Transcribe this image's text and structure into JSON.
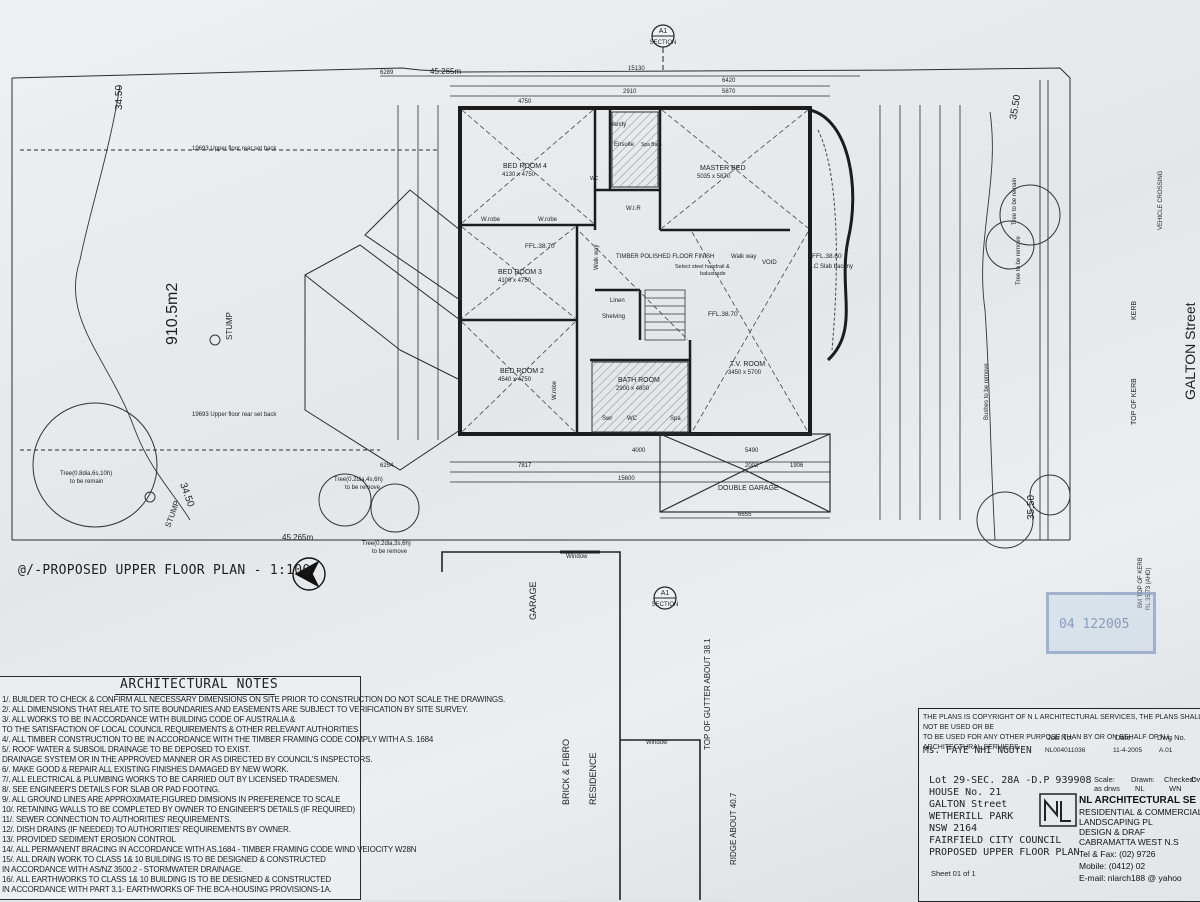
{
  "plan_title": "@/-PROPOSED UPPER FLOOR PLAN - 1:100",
  "site": {
    "area": "910.5m2",
    "top_boundary": "45.265m",
    "bottom_boundary": "45.265m",
    "rear_setback_note_1": "19693 Upper floor rear set back",
    "rear_setback_note_2": "19693 Upper floor rear set back",
    "stump_1": "STUMP",
    "stump_2": "STUMP",
    "tree_1": "Tree(0.8dia,6s,10h)",
    "tree_1b": "to be remain",
    "tree_2": "Tree(0.2dia,4s,6h)",
    "tree_2b": "to be remove",
    "tree_3": "Tree(0.2dia,3s,6h)",
    "tree_3b": "to be remove",
    "bushes": "Bushes to be remove",
    "tree_right_1": "Tree to be remain",
    "tree_right_2": "Tree to be remove",
    "street": "GALTON Street",
    "garage_label": "GARAGE",
    "brick_label": "BRICK & FIBRO",
    "residence_label": "RESIDENCE",
    "gutter_label": "TOP OF GUTTER ABOUT 38.1",
    "ridge_label": "RIDGE ABOUT 40.7",
    "window_1": "Window",
    "window_2": "Window",
    "section_label": "A1",
    "section_word": "SECTION",
    "contour_left": "34.50",
    "contour_left_b": "34.50",
    "contour_right": "35.50",
    "contour_right_b": "35.50",
    "vehicle_crossing": "VEHICLE CROSSING",
    "kerb": "KERB",
    "top_of_kerb": "TOP OF KERB",
    "bm_note": "BM TOP OF KERB",
    "rl_note": "RL 35.73 (AHD)"
  },
  "rooms": {
    "bed4": "BED ROOM 4",
    "bed4_size": "4130 x 4750",
    "master": "MASTER BED",
    "master_size": "5035 x 5870",
    "bed3": "BED ROOM 3",
    "bed3_size": "4100 x 4750",
    "bed2": "BED ROOM 2",
    "bed2_size": "4540 x 4750",
    "bath": "BATH ROOM",
    "bath_size": "2900 x 4800",
    "tv": "T.V. ROOM",
    "tv_size": "3450 x 5700",
    "ensuite": "Ensuite",
    "vanity": "Vanity",
    "spa_bath": "Spa Bath",
    "wir": "W.I.R",
    "wrobe1": "W.robe",
    "wrobe2": "W.robe",
    "wrobe3": "W.robe",
    "linen": "Linen",
    "shelving": "Shelving",
    "walkway1": "Walk way",
    "walkway2": "Walk way",
    "timber_floor": "TIMBER POLISHED FLOOR FINISH",
    "handrail": "Select steel handrail &",
    "balustrade": "balustrade",
    "void": "VOID",
    "rc_slab": "R.C Slab bacony",
    "ffl1": "FFL.38.70",
    "ffl2": "FFL.38.70",
    "ffl3": "FFL.38.60",
    "double_garage": "DOUBLE GARAGE",
    "wc1": "WC",
    "wc2": "WC",
    "swr": "Swr",
    "spa": "Spa"
  },
  "dims": {
    "d15130": "15130",
    "d6289": "6289",
    "d6420": "6420",
    "d5870": "5870",
    "d4750": "4750",
    "d2910": "2910",
    "d15600": "15600",
    "d7817": "7817",
    "d6254": "6254",
    "d5490": "5490",
    "d6655": "6655",
    "d4000": "4000",
    "d2002": "2002",
    "d1906": "1906"
  },
  "notes": {
    "title": "ARCHITECTURAL NOTES",
    "lines": [
      "1/. BUILDER TO CHECK & CONFIRM ALL NECESSARY DIMENSIONS ON SITE PRIOR TO CONSTRUCTION DO NOT SCALE THE DRAWINGS.",
      "2/. ALL DIMENSIONS THAT RELATE TO SITE BOUNDARIES AND EASEMENTS ARE SUBJECT TO VERIFICATION BY SITE SURVEY.",
      "3/. ALL WORKS TO BE IN ACCORDANCE WITH BUILDING CODE OF AUSTRALIA &",
      "     TO THE SATISFACTION OF LOCAL COUNCIL REQUIREMENTS & OTHER RELEVANT AUTHORITIES",
      "4/. ALL TIMBER CONSTRUCTION TO BE IN ACCORDANCE WITH THE TIMBER FRAMING CODE COMPLY WITH A.S. 1684",
      "5/. ROOF WATER & SUBSOIL DRAINAGE TO BE DEPOSED TO EXIST.",
      "     DRAINAGE SYSTEM OR IN THE APPROVED MANNER OR AS DIRECTED BY COUNCIL'S INSPECTORS.",
      "6/. MAKE GOOD & REPAIR ALL EXISTING FINISHES DAMAGED BY NEW WORK.",
      "7/. ALL ELECTRICAL & PLUMBING WORKS TO BE CARRIED OUT BY LICENSED TRADESMEN.",
      "8/. SEE ENGINEER'S DETAILS FOR SLAB OR PAD FOOTING.",
      "9/. ALL GROUND LINES ARE APPROXIMATE,FIGURED DIMSIONS IN PREFERENCE TO SCALE",
      "10/. RETAINING WALLS TO BE COMPLETED BY OWNER TO ENGINEER'S DETAILS (IF REQUIRED)",
      "11/. SEWER CONNECTION TO AUTHORITIES' REQUIREMENTS.",
      "12/. DISH DRAINS (IF NEEDED) TO AUTHORITIES' REQUIREMENTS BY OWNER.",
      "13/. PROVIDED SEDIMENT EROSION CONTROL",
      "14/. ALL PERMANENT BRACING IN ACCORDANCE WITH AS.1684 - TIMBER FRAMING CODE WIND VEIOCITY W28N",
      "15/. ALL DRAIN WORK TO CLASS 1& 10 BUILDING IS TO BE DESIGNED & CONSTRUCTED",
      "     IN ACCORDANCE WITH AS/NZ 3500.2 - STORMWATER DRAINAGE.",
      "16/. ALL EARTHWORKS TO CLASS 1& 10 BUILDING IS TO BE DESIGNED & CONSTRUCTED",
      "     IN ACCORDANCE WITH PART 3.1- EARTHWORKS OF THE BCA-HOUSING PROVISIONS-1A."
    ]
  },
  "title_block": {
    "copyright_1": "THE PLANS IS COPYRIGHT OF N L ARCHITECTURAL SERVICES, THE PLANS SHALL NOT BE USED OR BE",
    "copyright_2": "TO BE USED FOR ANY OTHER PURPOSE THAN BY OR ON BEHALF OF N L ARCHITECTURAL SERVICES.",
    "h_job": "Job No:",
    "h_date": "Date:",
    "h_dwg": "Dwg No.",
    "client": "Ms. FAYE NHI NGUYEN",
    "job_no": "NL004011036",
    "date": "11-4-2005",
    "dwg_no": "A.01",
    "lot": "Lot 29-SEC. 28A -D.P 939908",
    "house": "HOUSE No. 21",
    "street": "GALTON Street",
    "suburb": "WETHERILL PARK",
    "state": "NSW 2164",
    "council": "FAIRFIELD CITY COUNCIL",
    "drawing": "PROPOSED UPPER FLOOR PLAN",
    "sheet": "Sheet 01 of 1",
    "h_scale": "Scale:",
    "scale": "as drws",
    "h_drawn": "Drawn:",
    "drawn": "NL",
    "h_checked": "Checked:",
    "checked": "WN",
    "h_owner": "Owner",
    "firm": "NL ARCHITECTURAL SE",
    "firm_2": "RESIDENTIAL & COMMERCIAL P",
    "firm_3": "LANDSCAPING PL",
    "firm_4": "DESIGN & DRAF",
    "firm_5": "CABRAMATTA WEST N.S",
    "tel": "Tel & Fax: (02) 9726",
    "mobile": "Mobile: (0412) 02",
    "email": "E-mail: nlarch188 @ yahoo"
  },
  "stamp_text": "04 122005"
}
